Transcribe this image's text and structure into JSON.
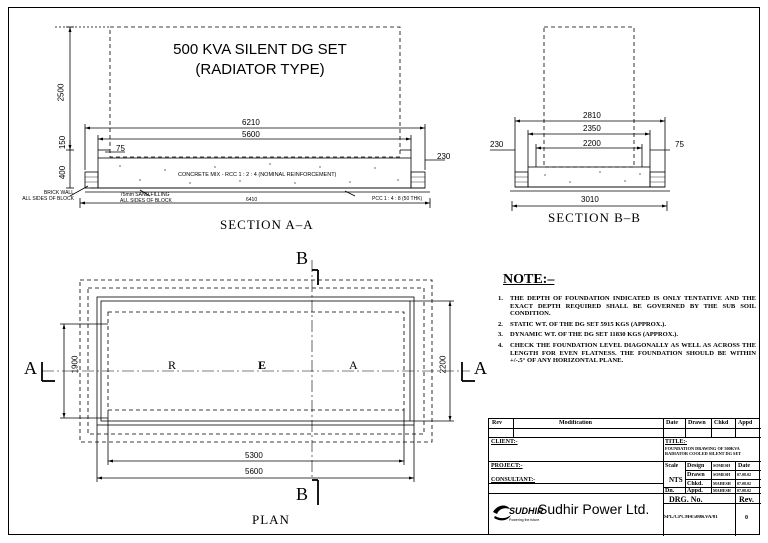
{
  "drawing": {
    "title_line1": "500 KVA SILENT DG SET",
    "title_line2": "(RADIATOR TYPE)"
  },
  "section_aa": {
    "label": "SECTION  A–A",
    "dims": {
      "height_2500": "2500",
      "d150": "150",
      "d400": "400",
      "d6210": "6210",
      "d5600": "5600",
      "d75": "75",
      "d230": "230",
      "d6410": "6410"
    },
    "notes": {
      "concrete": "CONCRETE MIX - RCC 1 : 2 : 4 (NOMINAL REINFORCEMENT)",
      "brick": "BRICK WALL\nALL SIDES OF BLOCK",
      "sand": "75mm SAND FILLING\nALL SIDES OF BLOCK",
      "pcc": "PCC 1 : 4 : 8 (50 THK)"
    }
  },
  "section_bb": {
    "label": "SECTION  B–B",
    "dims": {
      "d2810": "2810",
      "d2350": "2350",
      "d2200": "2200",
      "d230": "230",
      "d75": "75",
      "d3010": "3010"
    }
  },
  "plan": {
    "label": "PLAN",
    "cut_a": "A",
    "cut_b": "B",
    "area_letters": [
      "R",
      "E",
      "A"
    ],
    "dims": {
      "d1900": "1900",
      "d2200": "2200",
      "d5300": "5300",
      "d5600": "5600"
    }
  },
  "notes": {
    "heading": "NOTE:–",
    "items": [
      {
        "num": "1.",
        "text": "THE DEPTH OF FOUNDATION INDICATED IS ONLY TENTATIVE AND THE EXACT DEPTH REQUIRED SHALL BE GOVERNED BY THE SUB SOIL CONDITION."
      },
      {
        "num": "2.",
        "text": "STATIC WT. OF THE DG SET 5915 KGS (APPROX.)."
      },
      {
        "num": "3.",
        "text": "DYNAMIC WT. OF THE DG SET 11830 KGS (APPROX.)."
      },
      {
        "num": "4.",
        "text": "CHECK THE FOUNDATION LEVEL DIAGONALLY AS WELL AS ACROSS THE LENGTH FOR EVEN FLATNESS.  THE FOUNDATION SHOULD BE WITHIN +/-.5° OF ANY HORIZONTAL PLANE."
      }
    ]
  },
  "title_block": {
    "rev": "Rev",
    "modification": "Modification",
    "date": "Date",
    "drawn": "Drawn",
    "chkd": "Chkd",
    "appd": "Appd",
    "client": "CLIENT:-",
    "project": "PROJECT:-",
    "consultant": "CONSULTANT:-",
    "title_label": "TITLE:-",
    "title_text": "FOUNDATION DRAWING OF 500KVA RADIATOR COOLED SILENT DG SET",
    "scale": "Scale",
    "design": "Design",
    "design_by": "SOMESH",
    "design_date": "07.08.02",
    "scale_value": "NTS",
    "drawn_label": "Drawn",
    "drawn_by": "SOMESH",
    "drawn_date": "07.08.02",
    "chkd_label": "Chkd.",
    "chkd_by": "MAHESH",
    "chkd_date": "07.08.02",
    "appd_label": "Appd.",
    "appd_by": "MAHESH",
    "appd_date": "07.08.02",
    "date_head": "Date",
    "dn": "Dn.",
    "drg_no_label": "DRG. No.",
    "rev_label": "Rev.",
    "drg_no": "SPL/CPCM4/500KVA/01",
    "rev_no": "0",
    "company": "Sudhir Power Ltd.",
    "logo": "SUDHIR",
    "logo_tag": "Powering the future"
  }
}
